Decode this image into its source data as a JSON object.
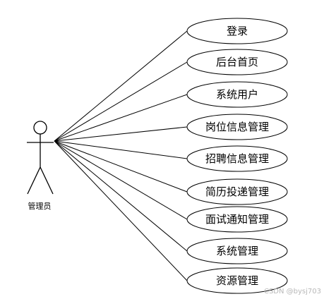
{
  "actor": {
    "label": "管理员"
  },
  "use_cases": [
    {
      "label": "登录"
    },
    {
      "label": "后台首页"
    },
    {
      "label": "系统用户"
    },
    {
      "label": "岗位信息管理"
    },
    {
      "label": "招聘信息管理"
    },
    {
      "label": "简历投递管理"
    },
    {
      "label": "面试通知管理"
    },
    {
      "label": "系统管理"
    },
    {
      "label": "资源管理"
    }
  ],
  "watermark": "CSDN @bysj703"
}
